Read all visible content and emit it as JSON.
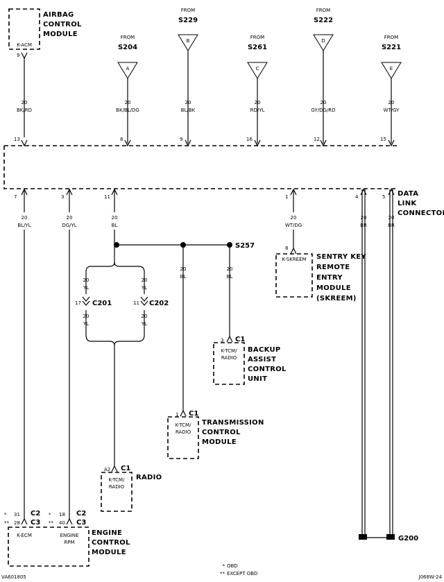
{
  "modules": {
    "airbag": {
      "title_lines": [
        "AIRBAG",
        "CONTROL",
        "MODULE"
      ],
      "code": "K-ACM",
      "pin": "9"
    },
    "sentry": {
      "title_lines": [
        "SENTRY KEY",
        "REMOTE",
        "ENTRY",
        "MODULE",
        "(SKREEM)"
      ],
      "code": "K-SKREEM",
      "pin": "8"
    },
    "backup": {
      "title_lines": [
        "BACKUP",
        "ASSIST",
        "CONTROL",
        "UNIT"
      ],
      "code_lines": [
        "K-TCM/",
        "RADIO"
      ],
      "pin": "3",
      "conn": "C1"
    },
    "tcm": {
      "title_lines": [
        "TRANSMISSION",
        "CONTROL",
        "MODULE"
      ],
      "code_lines": [
        "K-TCM/",
        "RADIO"
      ],
      "pin": "1",
      "conn": "C1"
    },
    "radio": {
      "title": "RADIO",
      "code_lines": [
        "K-TCM/",
        "RADIO"
      ],
      "pin": "A2",
      "conn": "C1"
    },
    "ecm": {
      "title_lines": [
        "ENGINE",
        "CONTROL",
        "MODULE"
      ],
      "left_code": "K-ECM",
      "right_code_lines": [
        "ENGINE",
        "RPM"
      ],
      "left_pins": [
        {
          "mark": "*",
          "pin": "31",
          "conn": "C2"
        },
        {
          "mark": "**",
          "pin": "28",
          "conn": "C3"
        }
      ],
      "right_pins": [
        {
          "mark": "*",
          "pin": "18",
          "conn": "C2"
        },
        {
          "mark": "**",
          "pin": "40",
          "conn": "C3"
        }
      ]
    }
  },
  "from_splices": [
    {
      "from_label": "FROM",
      "splice": "S204",
      "letter": "A",
      "gauge": "20",
      "color": "BK/BL/DG",
      "pin": "8"
    },
    {
      "from_label": "FROM",
      "splice": "S229",
      "letter": "B",
      "gauge": "20",
      "color": "BL/BK",
      "pin": "9"
    },
    {
      "from_label": "FROM",
      "splice": "S261",
      "letter": "C",
      "gauge": "20",
      "color": "RD/YL",
      "pin": "16"
    },
    {
      "from_label": "FROM",
      "splice": "S222",
      "letter": "D",
      "gauge": "20",
      "color": "GY/DG/RD",
      "pin": "12"
    },
    {
      "from_label": "FROM",
      "splice": "S221",
      "letter": "E",
      "gauge": "20",
      "color": "WT/GY",
      "pin": "15"
    }
  ],
  "airbag_wire": {
    "gauge": "20",
    "color": "BK/RD",
    "pin": "13"
  },
  "dlc": {
    "title_lines": [
      "DATA",
      "LINK",
      "CONNECTOR"
    ]
  },
  "lower_wires": [
    {
      "pin": "7",
      "gauge": "20",
      "color": "BL/YL"
    },
    {
      "pin": "3",
      "gauge": "20",
      "color": "DG/YL"
    },
    {
      "pin": "11",
      "gauge": "20",
      "color": "BL"
    },
    {
      "pin": "1",
      "gauge": "20",
      "color": "WT/DG"
    },
    {
      "pin": "4",
      "gauge": "20",
      "color": "BR"
    },
    {
      "pin": "5",
      "gauge": "20",
      "color": "BR"
    }
  ],
  "splice_s257": "S257",
  "branch_wires": {
    "to_tcm": {
      "gauge": "20",
      "color": "BL"
    },
    "to_backup": {
      "gauge": "20",
      "color": "BL"
    }
  },
  "inline_connectors": [
    {
      "pin": "17",
      "name": "C201",
      "gauge_top": "20",
      "color_top": "YL",
      "gauge_bot": "20",
      "color_bot": "YL"
    },
    {
      "pin": "11",
      "name": "C202",
      "gauge_top": "20",
      "color_top": "YL",
      "gauge_bot": "20",
      "color_bot": "YL"
    }
  ],
  "ground": "G200",
  "notes": [
    {
      "mark": "*",
      "text": "OBD"
    },
    {
      "mark": "**",
      "text": "EXCEPT OBD"
    }
  ],
  "footer": {
    "left_code": "VA601805",
    "right_code": "J068W-24"
  }
}
